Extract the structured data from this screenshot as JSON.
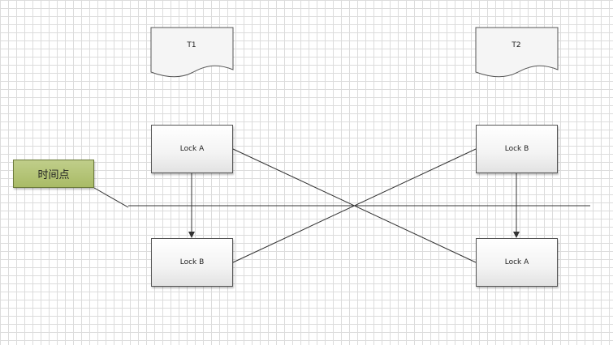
{
  "diagram": {
    "threads": [
      {
        "label": "T1"
      },
      {
        "label": "T2"
      }
    ],
    "t1_steps": [
      {
        "label": "Lock A"
      },
      {
        "label": "Lock B"
      }
    ],
    "t2_steps": [
      {
        "label": "Lock B"
      },
      {
        "label": "Lock A"
      }
    ],
    "timeline_note": "时间点"
  }
}
